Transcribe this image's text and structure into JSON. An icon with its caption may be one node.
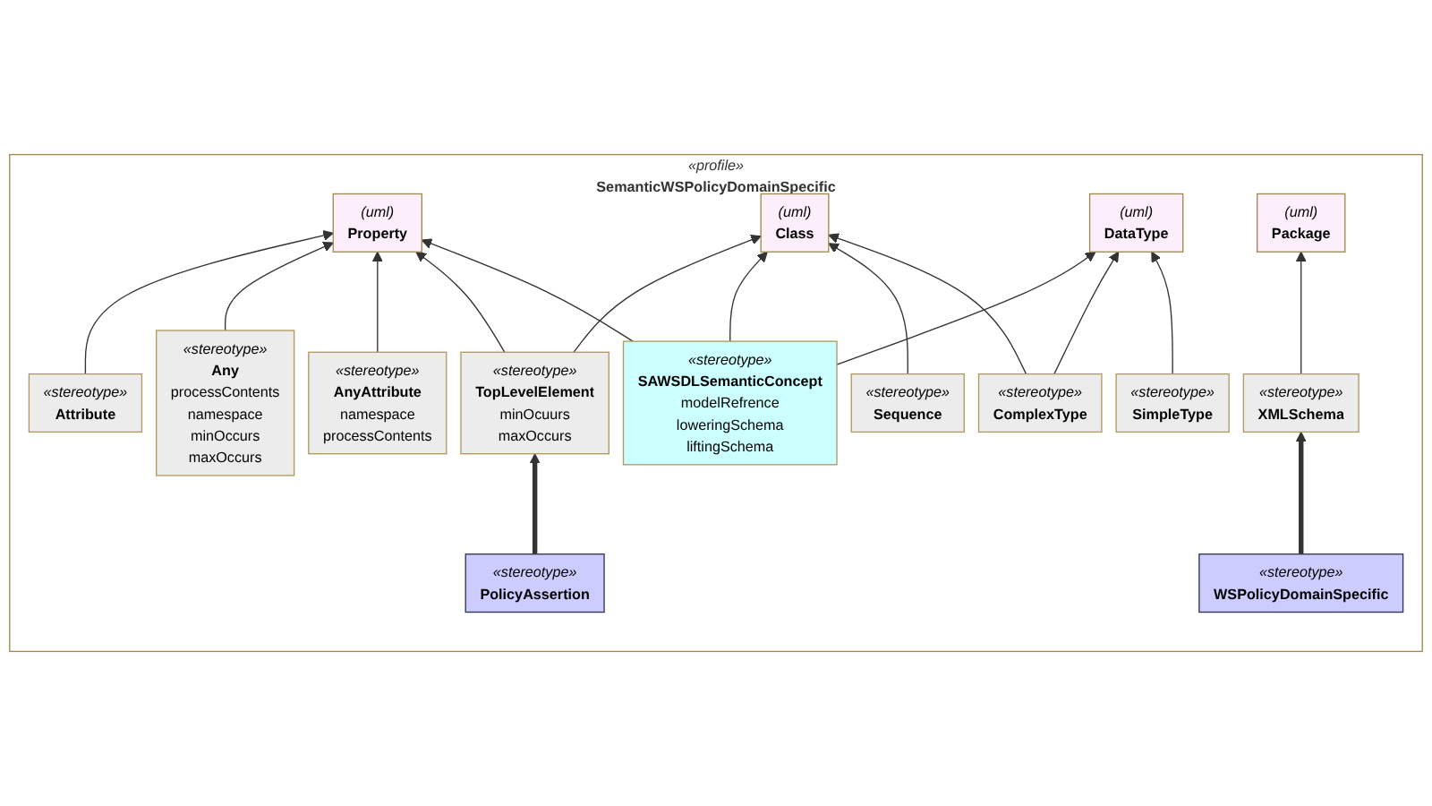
{
  "diagram": {
    "nodes": [
      {
        "text": [
          "«profile»",
          "SemanticWSPolicyDomainSpecific"
        ]
      },
      {
        "text": [
          "(uml)",
          "Property"
        ],
        "in": 0
      },
      {
        "text": [
          "(uml)",
          "Class"
        ],
        "in": 0
      },
      {
        "text": [
          "(uml)",
          "DataType"
        ],
        "in": 0
      },
      {
        "text": [
          "(uml)",
          "Package"
        ],
        "in": 0
      },
      {
        "text": [
          "«stereotype»",
          "Attribute"
        ],
        "in": 0
      },
      {
        "text": [
          "«stereotype»",
          "AnyAttribute",
          "namespace",
          "processContents"
        ],
        "in": 0
      },
      {
        "text": [
          "«stereotype»",
          "TopLevelElement",
          "minOcuurs",
          "maxOccurs"
        ],
        "in": 0
      },
      {
        "text": [
          "«stereotype»",
          "SAWSDLSemanticConcept",
          "modelRefrence",
          "loweringSchema",
          "liftingSchema"
        ],
        "in": 0
      },
      {
        "text": [
          "«stereotype»",
          "Sequence"
        ],
        "in": 0
      },
      {
        "text": [
          "«stereotype»",
          "ComplexType"
        ],
        "in": 0
      },
      {
        "text": [
          "«stereotype»",
          "SimpleType"
        ],
        "in": 0
      },
      {
        "text": [
          "«stereotype»",
          "XMLSchema"
        ],
        "in": 0
      },
      {
        "text": [
          "«stereotype»",
          "Any",
          "processContents",
          "namespace",
          "minOccurs",
          "maxOccurs"
        ],
        "in": 0
      },
      {
        "text": [
          "«stereotype»",
          "PolicyAssertion"
        ],
        "in": 0
      },
      {
        "text": [
          "«stereotype»",
          "WSPolicyDomainSpecific"
        ],
        "in": 0
      }
    ],
    "edges": [
      {
        "from": 5,
        "to": 1,
        "arrow": "to"
      },
      {
        "from": 13,
        "to": 1,
        "arrow": "to"
      },
      {
        "from": 6,
        "to": 1,
        "arrow": "to"
      },
      {
        "from": 7,
        "to": 1,
        "arrow": "to"
      },
      {
        "from": 8,
        "to": 1,
        "arrow": "to"
      },
      {
        "from": 7,
        "to": 2,
        "arrow": "to"
      },
      {
        "from": 8,
        "to": 2,
        "arrow": "to"
      },
      {
        "from": 9,
        "to": 2,
        "arrow": "to"
      },
      {
        "from": 10,
        "to": 2,
        "arrow": "to"
      },
      {
        "from": 8,
        "to": 3,
        "arrow": "to"
      },
      {
        "from": 10,
        "to": 3,
        "arrow": "to"
      },
      {
        "from": 11,
        "to": 3,
        "arrow": "to"
      },
      {
        "from": 12,
        "to": 4,
        "arrow": "to"
      },
      {
        "from": 14,
        "to": 7,
        "arrow": "to",
        "style": "thick"
      },
      {
        "from": 15,
        "to": 12,
        "arrow": "to",
        "style": "thick"
      }
    ]
  }
}
